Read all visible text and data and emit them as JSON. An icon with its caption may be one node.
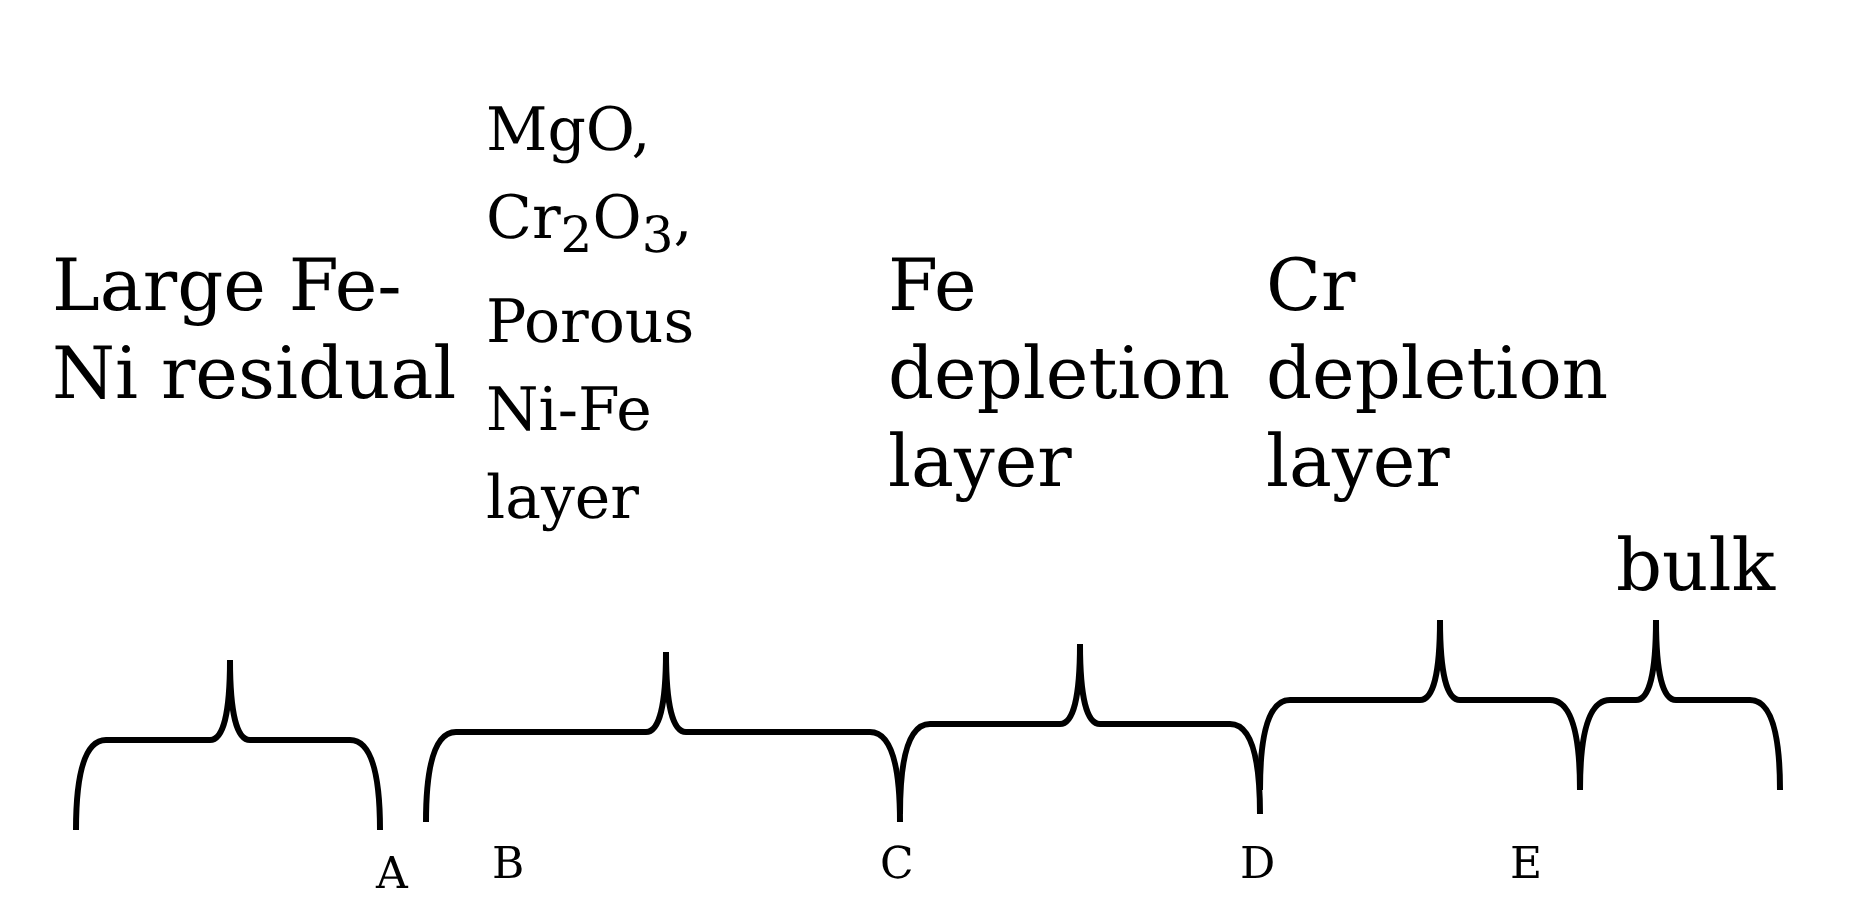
{
  "diagram": {
    "labels": [
      "Large Fe-Ni residual",
      "MgO, Cr$_{2}$O$_{3}$, Porous Ni-Fe layer",
      "Fe depletion layer",
      "Cr depletion layer",
      "bulk",
      "A",
      "B",
      "C",
      "D",
      "E"
    ]
  }
}
